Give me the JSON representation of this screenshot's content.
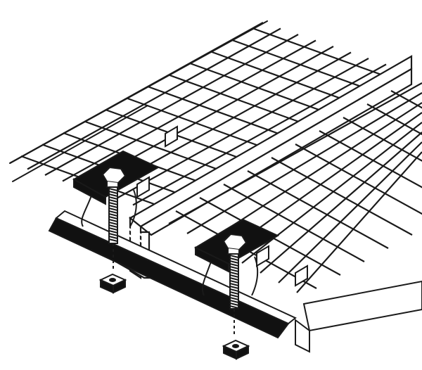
{
  "figure": {
    "subject": "grating-saddle-clip-fastener",
    "parts": [
      "upper-grating-panel",
      "lower-grating-panel",
      "saddle-clip",
      "hex-bolt",
      "square-nut",
      "support-beam",
      "bearing-bar-cap"
    ]
  },
  "colors": {
    "line": "#1a1a1a",
    "fill_dark": "#111111",
    "fill_light": "#ffffff",
    "shade": "#d9d9d9"
  }
}
